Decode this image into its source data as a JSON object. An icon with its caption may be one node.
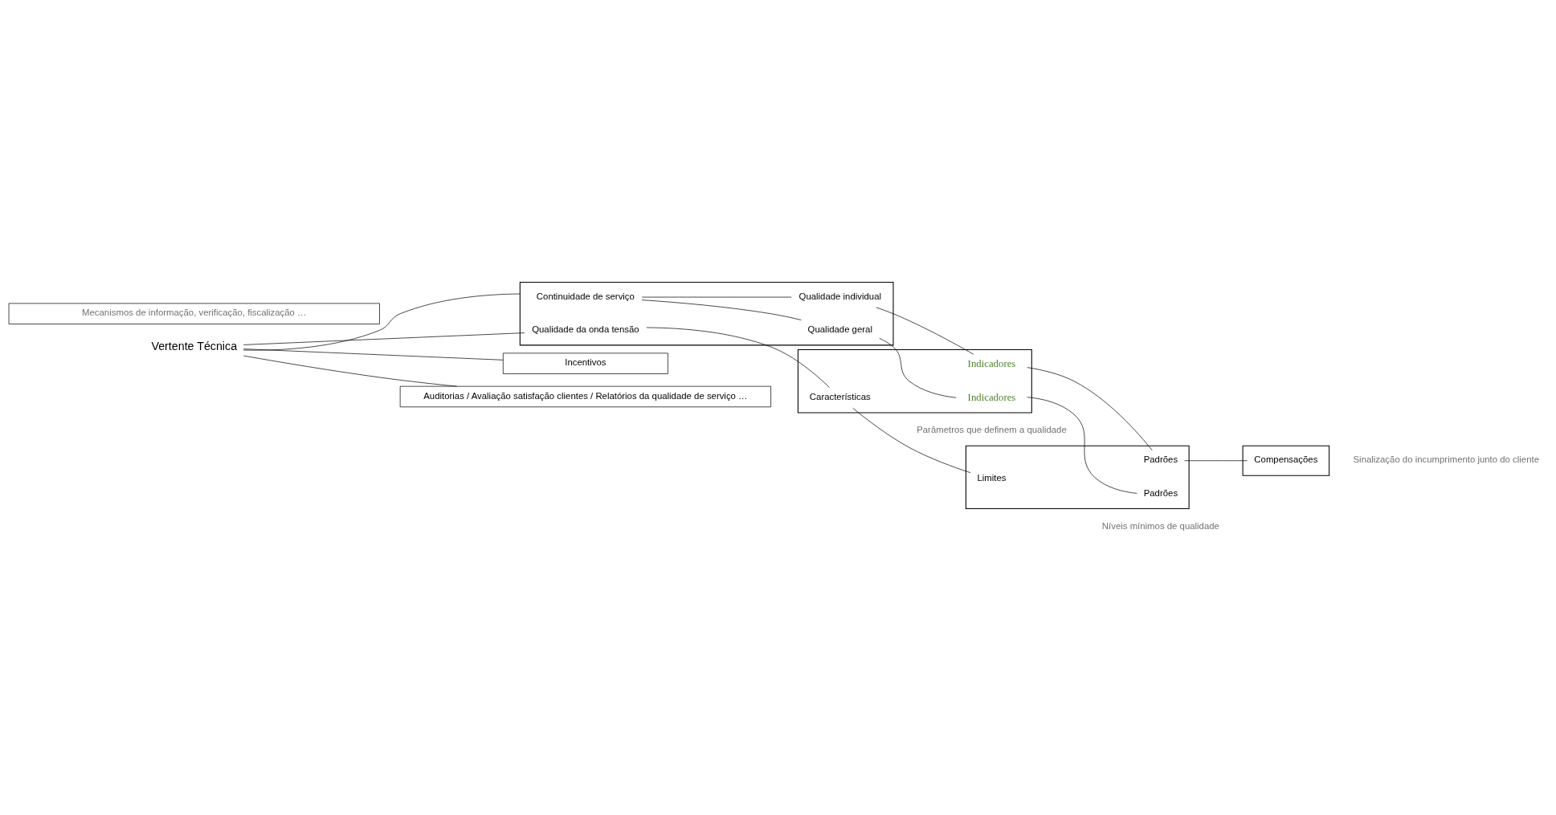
{
  "diagram": {
    "nodes": [
      {
        "text": [
          "Vertente Técnica"
        ]
      },
      {
        "text": [],
        "shape": "box"
      },
      {
        "text": [
          "Continuidade de serviço"
        ],
        "in": 1
      },
      {
        "text": [
          "Qualidade geral"
        ],
        "in": 1
      },
      {
        "text": [
          "Qualidade individual"
        ],
        "in": 1
      },
      {
        "text": [
          "Qualidade da onda tensão"
        ],
        "in": 1
      },
      {
        "text": [],
        "shape": "box",
        "beside": [
          "Parâmetros que definem a qualidade"
        ]
      },
      {
        "text": [
          "Indicadores"
        ],
        "in": 6
      },
      {
        "text": [
          "Indicadores"
        ],
        "in": 6
      },
      {
        "text": [
          "Características"
        ],
        "in": 6
      },
      {
        "text": [],
        "shape": "box",
        "beside": [
          "Níveis mínimos de qualidade"
        ]
      },
      {
        "text": [
          "Padrões"
        ],
        "in": 10
      },
      {
        "text": [
          "Padrões"
        ],
        "in": 10
      },
      {
        "text": [
          "Limites"
        ],
        "in": 10
      },
      {
        "text": [],
        "shape": "box",
        "beside": [
          "Sinalização do incumprimento junto do cliente"
        ]
      },
      {
        "text": [
          "Compensações"
        ],
        "in": 14
      },
      {
        "text": [
          "Incentivos"
        ]
      },
      {
        "text": [
          "Auditorias / Avaliação satisfação clientes / Relatórios da qualidade de serviço …"
        ]
      },
      {
        "text": [
          "Mecanismos de informação, verificação, fiscalização …"
        ]
      }
    ],
    "edges": [
      {
        "from": 0,
        "to": 1,
        "arrow": "none"
      },
      {
        "from": 0,
        "to": 5,
        "arrow": "none"
      },
      {
        "from": 0,
        "to": 16,
        "arrow": "none"
      },
      {
        "from": 0,
        "to": 17,
        "arrow": "none"
      },
      {
        "from": 2,
        "to": 3,
        "arrow": "none"
      },
      {
        "from": 2,
        "to": 4,
        "arrow": "none"
      },
      {
        "from": 3,
        "to": 7,
        "arrow": "none"
      },
      {
        "from": 4,
        "to": 8,
        "arrow": "none"
      },
      {
        "from": 5,
        "to": 9,
        "arrow": "none"
      },
      {
        "from": 7,
        "to": 11,
        "arrow": "none"
      },
      {
        "from": 8,
        "to": 12,
        "arrow": "none"
      },
      {
        "from": 9,
        "to": 13,
        "arrow": "none"
      },
      {
        "from": 12,
        "to": 15,
        "arrow": "none"
      }
    ]
  }
}
